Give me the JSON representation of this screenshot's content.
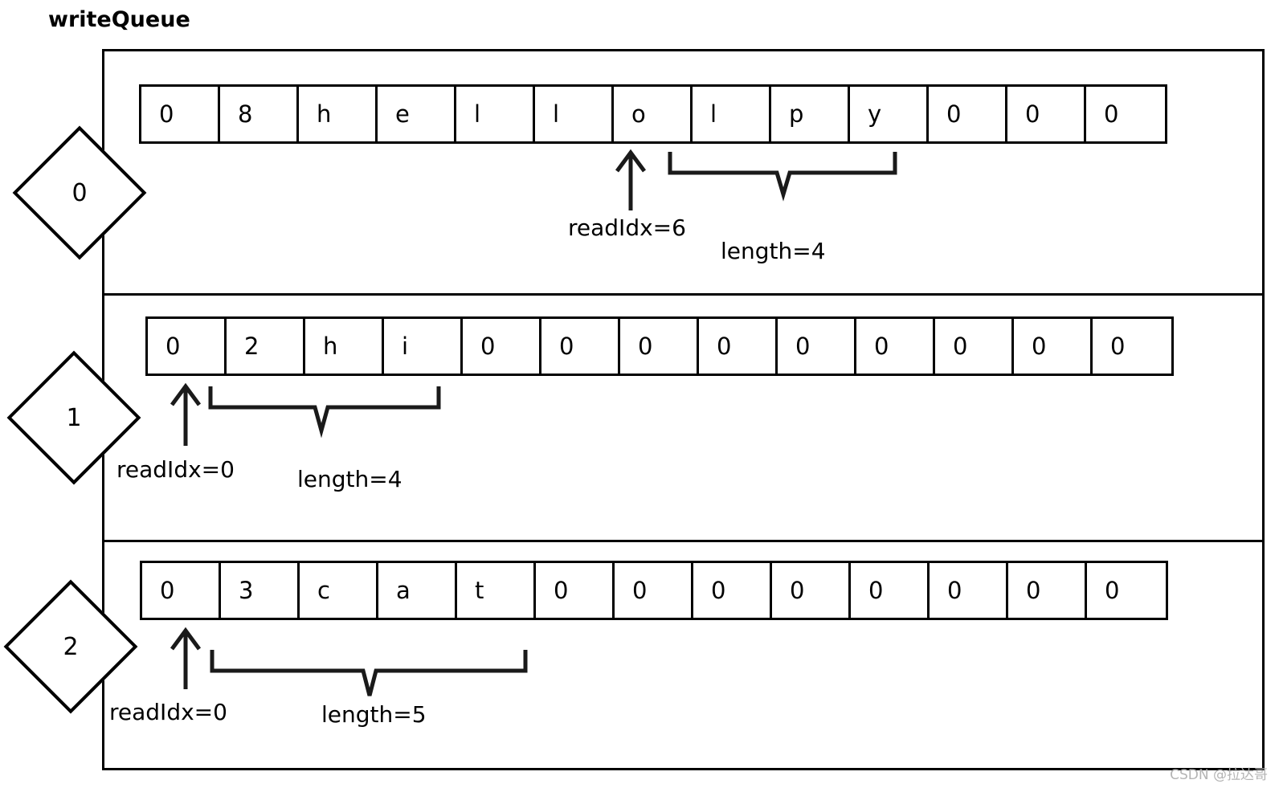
{
  "title": "writeQueue",
  "watermark": "CSDN @拉达哥",
  "queue": {
    "name": "writeQueue",
    "slots": [
      {
        "index": "0",
        "cells": [
          "0",
          "8",
          "h",
          "e",
          "l",
          "l",
          "o",
          "l",
          "p",
          "y",
          "0",
          "0",
          "0"
        ],
        "readIdx_label": "readIdx=6",
        "readIdx_value": 6,
        "length_label": "length=4",
        "length_value": 4
      },
      {
        "index": "1",
        "cells": [
          "0",
          "2",
          "h",
          "i",
          "0",
          "0",
          "0",
          "0",
          "0",
          "0",
          "0",
          "0",
          "0"
        ],
        "readIdx_label": "readIdx=0",
        "readIdx_value": 0,
        "length_label": "length=4",
        "length_value": 4
      },
      {
        "index": "2",
        "cells": [
          "0",
          "3",
          "c",
          "a",
          "t",
          "0",
          "0",
          "0",
          "0",
          "0",
          "0",
          "0",
          "0"
        ],
        "readIdx_label": "readIdx=0",
        "readIdx_value": 0,
        "length_label": "length=5",
        "length_value": 5
      }
    ]
  },
  "colors": {
    "stroke": "#000000",
    "background": "#ffffff",
    "watermark": "#b4b4b4"
  }
}
